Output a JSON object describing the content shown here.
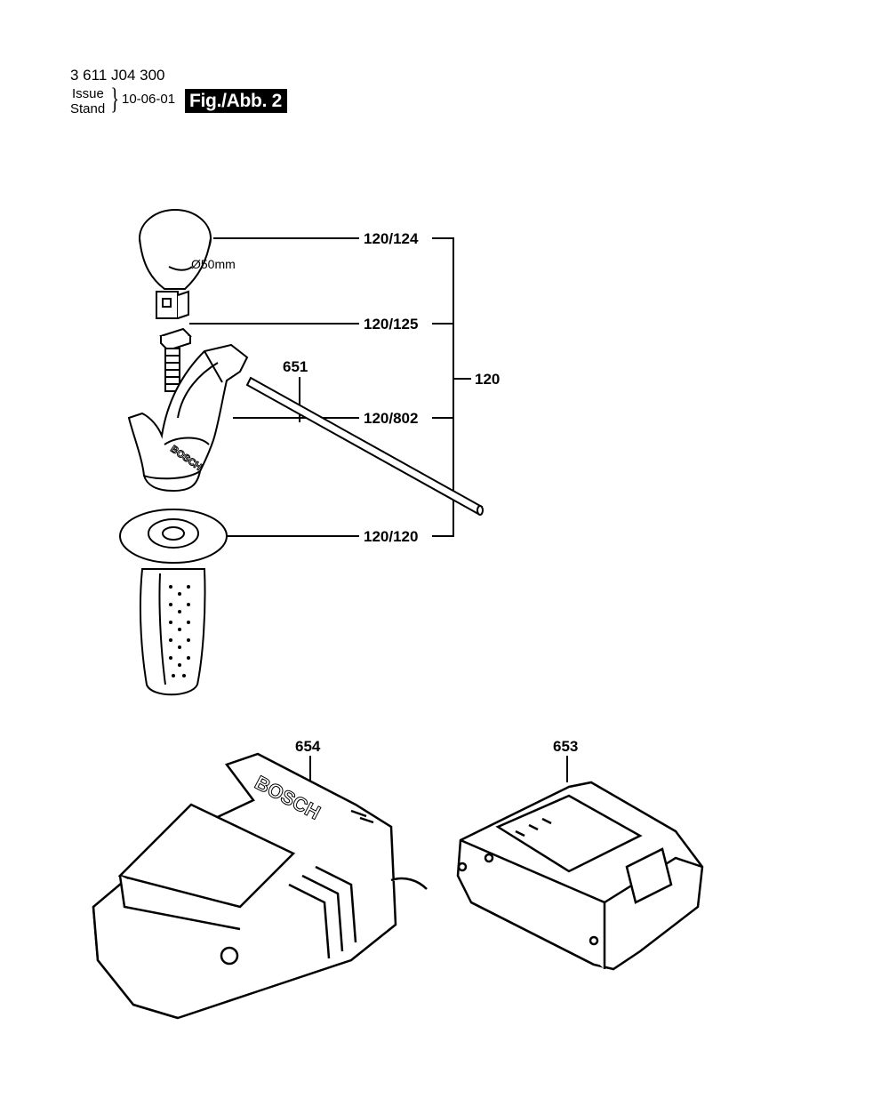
{
  "header": {
    "doc_number": "3 611 J04 300",
    "issue_label": "Issue",
    "stand_label": "Stand",
    "brace": "}",
    "issue_date": "10-06-01",
    "figure_label": "Fig./Abb. 2"
  },
  "parts": {
    "p120_124": "120/124",
    "p120_125": "120/125",
    "p651": "651",
    "p120_802": "120/802",
    "p120": "120",
    "p120_120": "120/120",
    "p654": "654",
    "p653": "653"
  },
  "annotations": {
    "diameter": "Ø50mm",
    "brand_charger": "BOSCH",
    "brand_handle": "BOSCH"
  }
}
